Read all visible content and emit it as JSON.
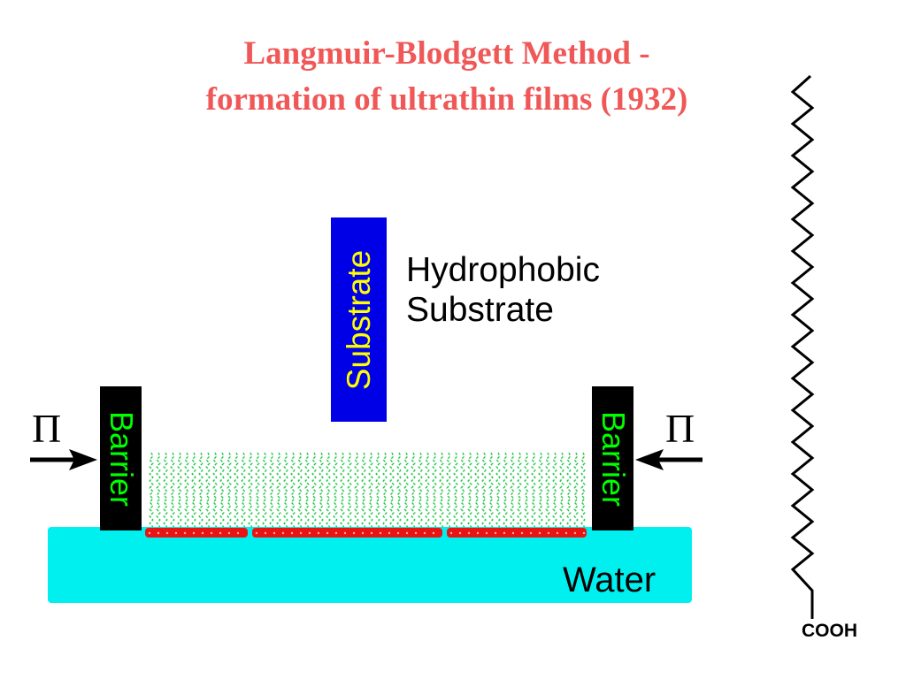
{
  "title": {
    "line1": "Langmuir-Blodgett Method -",
    "line2": "formation of ultrathin films (1932)"
  },
  "substrate": {
    "label": "Substrate",
    "description_line1": "Hydrophobic",
    "description_line2": "Substrate"
  },
  "barriers": {
    "left_label": "Barrier",
    "right_label": "Barrier"
  },
  "pressure": {
    "left_symbol": "Π",
    "right_symbol": "Π"
  },
  "trough": {
    "water_label": "Water"
  },
  "molecule": {
    "head_group": "COOH"
  },
  "colors": {
    "title": "#f05858",
    "water": "#00f0f0",
    "barrier_bg": "#000000",
    "barrier_text": "#00ff00",
    "substrate_bg": "#0000e6",
    "substrate_text": "#ffff00",
    "monolayer_tails": "#22c94a",
    "monolayer_heads": "#e81414"
  }
}
